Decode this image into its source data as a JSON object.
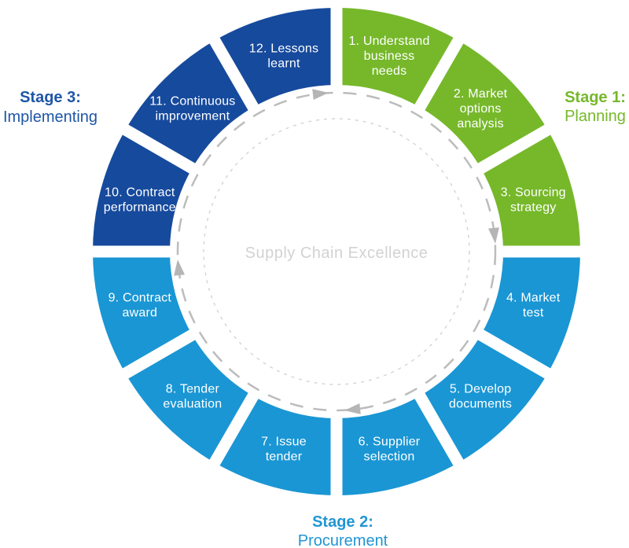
{
  "diagram": {
    "center_label": "Supply Chain Excellence",
    "flow_direction": "clockwise",
    "colors": {
      "stage1_green": "#76b82a",
      "stage2_blue": "#1a96d4",
      "stage3_dark_blue": "#164a9d",
      "segment_text": "#ffffff",
      "center_text": "#d2d2d2",
      "dashed_circle": "#bcbcbc",
      "inner_dotted_circle": "#d4d4d4",
      "arrow": "#b5b5b5",
      "background": "#ffffff"
    },
    "stages": [
      {
        "name_bold": "Stage 1:",
        "name": "Planning",
        "color": "#76b82a",
        "side": "right"
      },
      {
        "name_bold": "Stage 2:",
        "name": "Procurement",
        "color": "#2196d3",
        "side": "bottom"
      },
      {
        "name_bold": "Stage 3:",
        "name": "Implementing",
        "color": "#1e56a6",
        "side": "left"
      }
    ],
    "segments": [
      {
        "num": "1",
        "stage": 1,
        "lines": [
          "1. Understand",
          "business",
          "needs"
        ]
      },
      {
        "num": "2",
        "stage": 1,
        "lines": [
          "2. Market",
          "options",
          "analysis"
        ]
      },
      {
        "num": "3",
        "stage": 1,
        "lines": [
          "3. Sourcing",
          "strategy"
        ]
      },
      {
        "num": "4",
        "stage": 2,
        "lines": [
          "4. Market",
          "test"
        ]
      },
      {
        "num": "5",
        "stage": 2,
        "lines": [
          "5. Develop",
          "documents"
        ]
      },
      {
        "num": "6",
        "stage": 2,
        "lines": [
          "6. Supplier",
          "selection"
        ]
      },
      {
        "num": "7",
        "stage": 2,
        "lines": [
          "7. Issue",
          "tender"
        ]
      },
      {
        "num": "8",
        "stage": 2,
        "lines": [
          "8. Tender",
          "evaluation"
        ]
      },
      {
        "num": "9",
        "stage": 2,
        "lines": [
          "9. Contract",
          "award"
        ]
      },
      {
        "num": "10",
        "stage": 3,
        "lines": [
          "10. Contract",
          "performance"
        ]
      },
      {
        "num": "11",
        "stage": 3,
        "lines": [
          "11. Continuous",
          "improvement"
        ]
      },
      {
        "num": "12",
        "stage": 3,
        "lines": [
          "12. Lessons",
          "learnt"
        ]
      }
    ]
  }
}
